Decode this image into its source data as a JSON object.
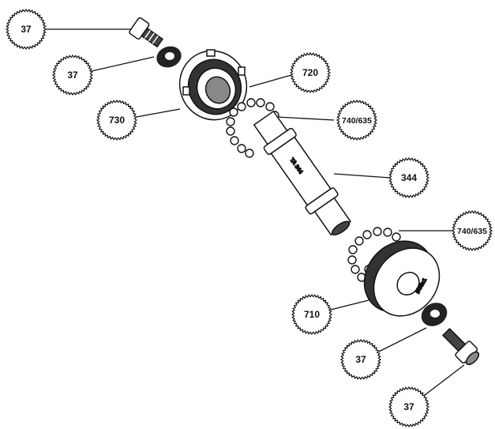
{
  "title": "Bottom bracket exploded view",
  "callouts": [
    {
      "id": "bolt-top",
      "label": "37"
    },
    {
      "id": "washer-top",
      "label": "37"
    },
    {
      "id": "lockring",
      "label": "730"
    },
    {
      "id": "left-cup",
      "label": "720"
    },
    {
      "id": "bearings-top",
      "label": "740/635"
    },
    {
      "id": "axle",
      "label": "344"
    },
    {
      "id": "bearings-bottom",
      "label": "740/635"
    },
    {
      "id": "right-cup",
      "label": "710"
    },
    {
      "id": "washer-bottom",
      "label": "37"
    },
    {
      "id": "bolt-bottom",
      "label": "37"
    }
  ],
  "engravings": {
    "axle": "TA 344",
    "cup": "Ø35x1"
  },
  "colors": {
    "ink": "#111111",
    "paper": "#ffffff"
  }
}
